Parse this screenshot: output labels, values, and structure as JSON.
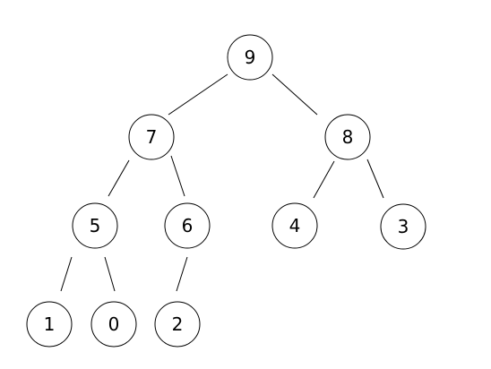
{
  "tree": {
    "nodes": [
      {
        "id": "n9",
        "label": "9"
      },
      {
        "id": "n7",
        "label": "7"
      },
      {
        "id": "n8",
        "label": "8"
      },
      {
        "id": "n5",
        "label": "5"
      },
      {
        "id": "n6",
        "label": "6"
      },
      {
        "id": "n4",
        "label": "4"
      },
      {
        "id": "n3",
        "label": "3"
      },
      {
        "id": "n1",
        "label": "1"
      },
      {
        "id": "n0",
        "label": "0"
      },
      {
        "id": "n2",
        "label": "2"
      }
    ],
    "edges": [
      {
        "from": "n9",
        "to": "n7"
      },
      {
        "from": "n9",
        "to": "n8"
      },
      {
        "from": "n7",
        "to": "n5"
      },
      {
        "from": "n7",
        "to": "n6"
      },
      {
        "from": "n8",
        "to": "n4"
      },
      {
        "from": "n8",
        "to": "n3"
      },
      {
        "from": "n5",
        "to": "n1"
      },
      {
        "from": "n5",
        "to": "n0"
      },
      {
        "from": "n6",
        "to": "n2"
      }
    ],
    "colors": {
      "stroke": "#000000",
      "fill": "#ffffff",
      "text": "#000000"
    }
  }
}
